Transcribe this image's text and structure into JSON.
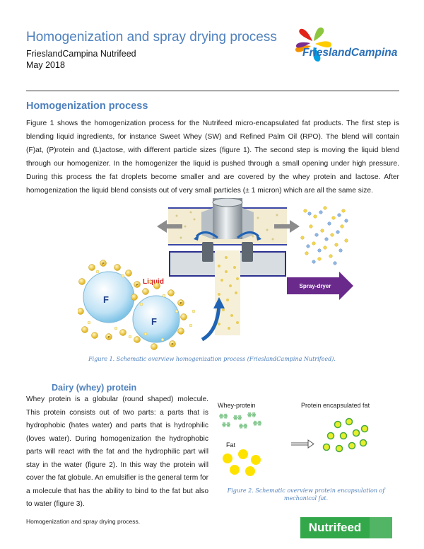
{
  "header": {
    "title": "Homogenization and spray drying process",
    "company": "FrieslandCampina Nutrifeed",
    "date": "May 2018",
    "logo_text": "FrieslandCampina",
    "logo_colors": [
      "#e2231a",
      "#009fe3",
      "#8dc63f",
      "#ffcc00",
      "#7b2d8e",
      "#f39200"
    ]
  },
  "section1": {
    "heading": "Homogenization process",
    "paragraph": "Figure 1 shows the homogenization process for the Nutrifeed micro-encapsulated fat products. The first step is blending liquid ingredients, for instance Sweet Whey (SW) and Refined Palm Oil (RPO). The blend will contain (F)at, (P)rotein and (L)actose, with different particle sizes (figure 1). The second step is moving the liquid blend through our homogenizer. In the homogenizer the liquid is pushed through a small opening under high pressure. During this process the fat droplets become smaller and are covered by the whey protein and lactose. After homogenization the liquid blend consists out of very small particles (± 1 micron) which are all the same size."
  },
  "figure1": {
    "liquid_label": "Liquid",
    "spray_label": "Spray-dryer",
    "fat_label": "F",
    "protein_label": "P",
    "caption": "Figure 1. Schematic overview homogenization process (FrieslandCampina Nutrifeed)."
  },
  "section2": {
    "heading": "Dairy (whey) protein",
    "paragraph": "Whey protein is a globular (round shaped) molecule. This protein consists out of two parts: a parts that is hydrophobic (hates water) and parts that is hydrophilic (loves water). During homogenization the hydrophobic parts will react with the fat and the hydrophilic part will stay in the water (figure 2). In this way the protein will cover the fat globule. An emulsifier is the general term for a molecule that has the ability to bind to the fat but also to water (figure 3)."
  },
  "figure2": {
    "whey_label": "Whey-protein",
    "fat_label": "Fat",
    "result_label": "Protein encapsulated fat",
    "caption": "Figure 2. Schematic overview protein encapsulation of mechanical fat."
  },
  "footer": {
    "text": "Homogenization and spray drying process.",
    "brand": "Nutrifeed"
  }
}
